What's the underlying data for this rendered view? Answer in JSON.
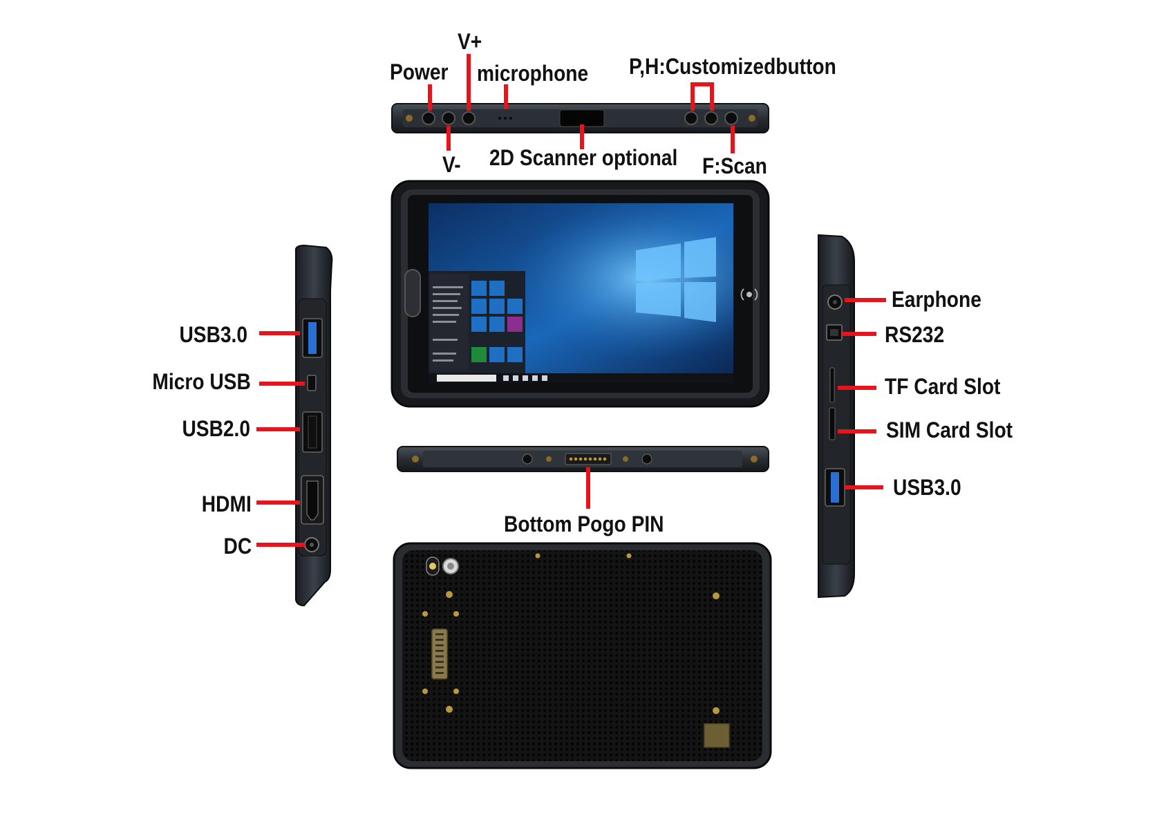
{
  "colors": {
    "callout": "#e8141b",
    "device_body": "#1f2227",
    "device_edge": "#3a3f47",
    "screen_sky": "#1a67b8",
    "pogo_gold": "#b89a3a"
  },
  "labels": {
    "power": "Power",
    "v_plus": "V+",
    "microphone": "microphone",
    "customized_button": "P,H:Customizedbutton",
    "v_minus": "V-",
    "scanner_2d": "2D Scanner optional",
    "f_scan": "F:Scan",
    "left_usb30": "USB3.0",
    "micro_usb": "Micro USB",
    "usb20": "USB2.0",
    "hdmi": "HDMI",
    "dc": "DC",
    "earphone": "Earphone",
    "rs232": "RS232",
    "tf_card_slot": "TF Card Slot",
    "sim_card_slot": "SIM Card Slot",
    "right_usb30": "USB3.0",
    "bottom_pogo_pin": "Bottom Pogo PIN"
  },
  "icons": {
    "windows_logo": "windows-logo-icon",
    "nfc": "nfc-icon",
    "camera": "camera-icon",
    "flash": "flash-icon"
  }
}
